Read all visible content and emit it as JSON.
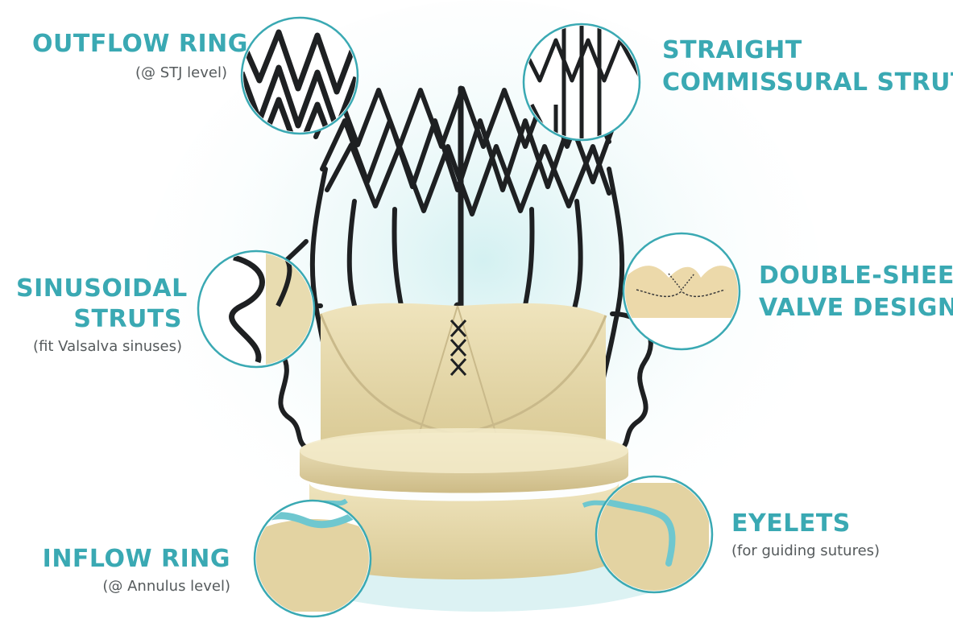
{
  "labels": {
    "outflow_ring": {
      "title": "OUTFLOW RING",
      "sub": "(@ STJ level)"
    },
    "straight_commissural": {
      "line1": "STRAIGHT",
      "line2": "COMMISSURAL STRUTS"
    },
    "sinusoidal_struts": {
      "line1": "SINUSOIDAL",
      "line2": "STRUTS",
      "sub": "(fit Valsalva sinuses)"
    },
    "double_sheet": {
      "line1": "DOUBLE-SHEET",
      "line2": "VALVE DESIGN"
    },
    "eyelets": {
      "title": "EYELETS",
      "sub": "(for guiding sutures)"
    },
    "inflow_ring": {
      "title": "INFLOW RING",
      "sub": "(@ Annulus level)"
    }
  },
  "colors": {
    "accent": "#3aa9b3",
    "subtext": "#555a5c",
    "frame": "#1e2022",
    "tissue": "#e8dcb0",
    "tissue_shadow": "#c9b98a",
    "suture": "#6fc7cf"
  }
}
